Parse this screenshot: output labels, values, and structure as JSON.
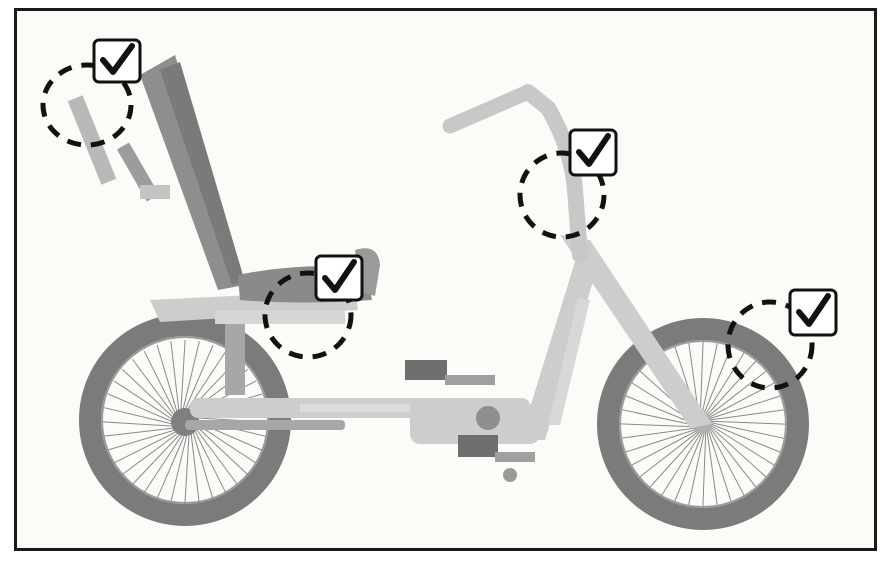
{
  "figure": {
    "subject": "tricycle-inspection-points",
    "checkpoints": [
      {
        "id": "headrest-mount",
        "status": "checked"
      },
      {
        "id": "seat-mount",
        "status": "checked"
      },
      {
        "id": "handlebar-stem",
        "status": "checked"
      },
      {
        "id": "front-wheel-hub",
        "status": "checked"
      }
    ],
    "colors": {
      "tire": "#7b7b7b",
      "frame": "#cdcdcd",
      "frame_dark": "#a7a7a7",
      "seat": "#8e8e8e",
      "marker": "#111111",
      "background": "#fcfbf8"
    }
  }
}
